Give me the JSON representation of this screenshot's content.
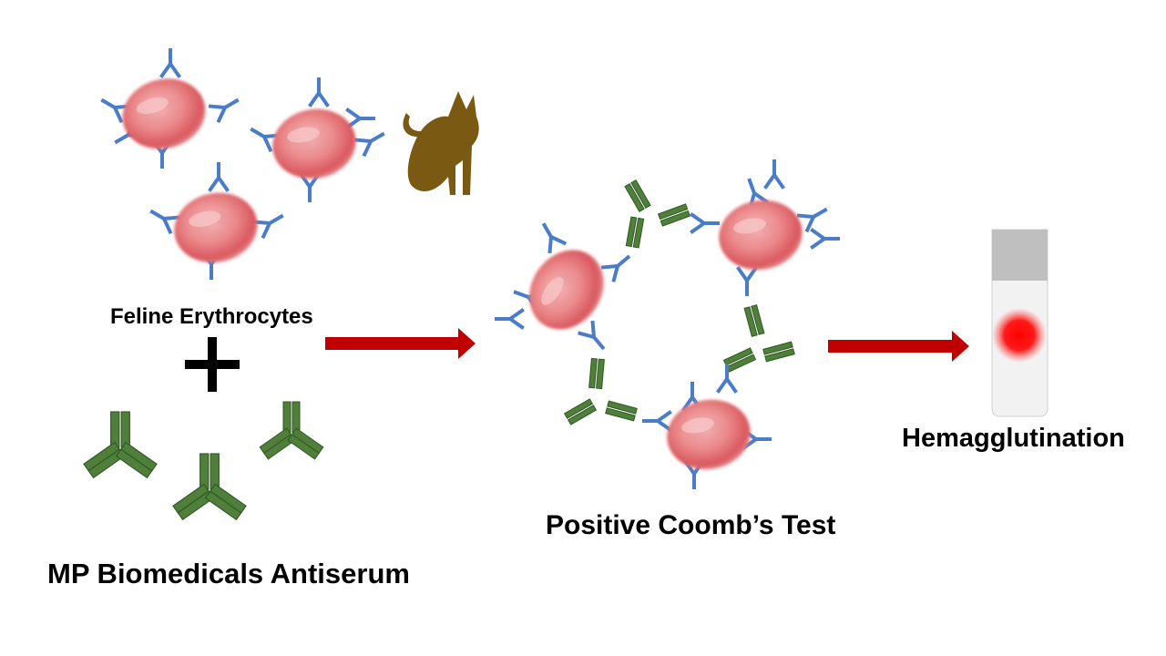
{
  "labels": {
    "feline": "Feline Erythrocytes",
    "antiserum": "MP Biomedicals Antiserum",
    "coombs": "Positive Coomb’s Test",
    "result": "Hemagglutination"
  },
  "icons": [
    "red-blood-cell-icon",
    "antibody-icon",
    "cat-icon",
    "plus-icon",
    "arrow-right-icon",
    "test-tube-icon"
  ],
  "colors": {
    "rbc": "#e8777a",
    "rbc_highlight": "#f6b9b9",
    "antibody_blue": "#4a7cc8",
    "antibody_green": "#4f7f3a",
    "cat": "#7a5a12",
    "arrow": "#c00000",
    "tube_cap": "#bfbfbf",
    "tube_body": "#f2f2f2",
    "dot": "#ff0000"
  }
}
